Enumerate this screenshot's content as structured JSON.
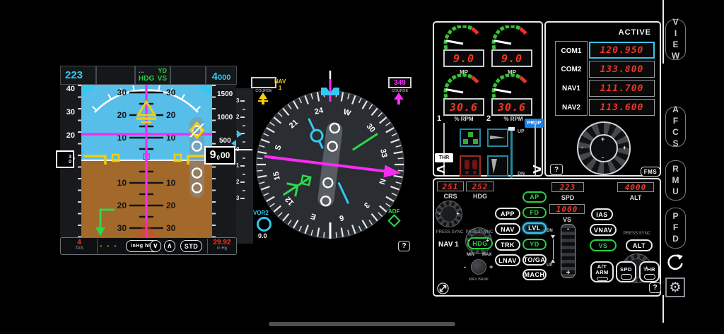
{
  "pfd": {
    "top": {
      "speed": "223",
      "dots": "...",
      "lat_mode": "HDG",
      "yd": "YD",
      "vert_mode": "VS",
      "alt_big": "4",
      "alt_small": "000"
    },
    "speed_tape": [
      "40",
      "30",
      "20",
      "10"
    ],
    "speed_box": [
      "3",
      "0"
    ],
    "pitch_up": [
      "30",
      "20",
      "10"
    ],
    "pitch_down": [
      "10",
      "20",
      "30"
    ],
    "alt_tape": [
      "1500",
      "1000",
      "500"
    ],
    "alt_box": {
      "big": "9",
      "small": "0",
      "rest": "00"
    },
    "vs_scale": [
      "3",
      "2",
      "1",
      "0",
      "1",
      "2",
      "3"
    ],
    "bottom": {
      "tas_value": "4",
      "tas_label": "TAS",
      "dashes": "- - -",
      "baro_btn": "inHg hPA",
      "down": "∨",
      "up": "∧",
      "std": "STD",
      "baro_value": "29.92",
      "baro_unit": "in Hg"
    }
  },
  "hsi": {
    "nav_label": "NAV",
    "nav_num": "1",
    "course_caption": "COURSE",
    "course_left": "",
    "course_right": "349",
    "heading": 252,
    "compass_labels": [
      "N",
      "3",
      "6",
      "E",
      "12",
      "15",
      "S",
      "21",
      "24",
      "W",
      "30",
      "33"
    ],
    "vor2_label": "VOR2",
    "vor2_value": "0.0",
    "adf_label": "ADF"
  },
  "engine": {
    "gauges": [
      {
        "value": "9.0",
        "label": "MP",
        "num": ""
      },
      {
        "value": "9.0",
        "label": "MP",
        "num": ""
      },
      {
        "value": "30.6",
        "label": "% RPM",
        "num": "1"
      },
      {
        "value": "30.6",
        "label": "% RPM",
        "num": "2"
      }
    ],
    "prop": "PROP",
    "thr": "THR",
    "up": "UP",
    "dn": "DN"
  },
  "radio": {
    "active_header": "ACTIVE",
    "rows": [
      {
        "label": "COM1",
        "value": "120.950",
        "state": "active"
      },
      {
        "label": "COM2",
        "value": "133.800",
        "state": ""
      },
      {
        "label": "NAV1",
        "value": "111.700",
        "state": ""
      },
      {
        "label": "NAV2",
        "value": "113.600",
        "state": ""
      }
    ],
    "fms": "FMS",
    "knob": {
      "inner_plus": "+",
      "inner_minus": "-",
      "outer_plus": "+",
      "outer_minus": "-"
    }
  },
  "afcs": {
    "crs": {
      "value": "251",
      "label": "CRS",
      "sync": "PRESS SYNC"
    },
    "hdg": {
      "value": "252",
      "label": "HDG",
      "sync": "PRESS SYNC"
    },
    "spd": {
      "value": "223",
      "label": "SPD"
    },
    "vs": {
      "value": "1000",
      "label": "VS"
    },
    "alt": {
      "value": "4000",
      "label": "ALT",
      "sync": "PRESS SYNC"
    },
    "nav_source": "NAV 1",
    "hdg_btn": {
      "label": "HDG",
      "state": "green"
    },
    "min": "MIN",
    "max": "MAX",
    "max_bank": "MAX BANK",
    "col1": [
      "APP",
      "NAV",
      "TRK",
      "LNAV"
    ],
    "col2": [
      {
        "label": "AP",
        "state": "green"
      },
      {
        "label": "FD",
        "state": "green"
      },
      {
        "label": "LVL",
        "state": "cyan"
      },
      {
        "label": "YD",
        "state": "green"
      },
      {
        "label": "TO/GA",
        "state": ""
      },
      {
        "label": "MACH",
        "state": ""
      }
    ],
    "col3": [
      {
        "label": "IAS",
        "state": ""
      },
      {
        "label": "VNAV",
        "state": ""
      },
      {
        "label": "VS",
        "state": "green"
      }
    ],
    "alt_btn": "ALT",
    "dn": "DN",
    "up": "UP",
    "wheel": {
      "minus": "-",
      "plus": "+"
    },
    "bottom_btns": [
      {
        "line1": "A/T",
        "line2": "ARM"
      },
      {
        "line1": "SPD",
        "line2": ""
      },
      {
        "line1": "THR",
        "line2": ""
      }
    ]
  },
  "sidebar": {
    "buttons": [
      "VIEW",
      "AFCS",
      "RMU",
      "PFD"
    ]
  },
  "glyphs": {
    "help": "?",
    "left_arrow": "<",
    "right_arrow": ">",
    "gear": "⚙"
  },
  "colors": {
    "cyan": "#35C8F2",
    "magenta": "#F82BF2",
    "green": "#27D043",
    "yellow": "#F2CE0D",
    "seg_red": "#EF3527",
    "sky": "#57BEEA",
    "ground": "#A3692A",
    "prop_blue": "#1F7FE8"
  }
}
